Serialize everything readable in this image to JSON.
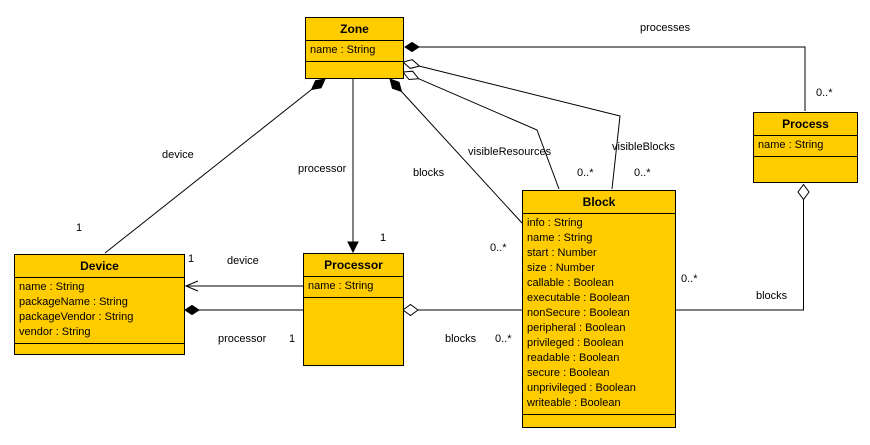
{
  "diagram": {
    "type": "uml-class-diagram",
    "background": "#ffffff",
    "class_fill": "#FFCC00",
    "class_border": "#000000",
    "line_color": "#000000"
  },
  "classes": {
    "zone": {
      "name": "Zone",
      "attributes": [
        "name : String"
      ]
    },
    "process": {
      "name": "Process",
      "attributes": [
        "name : String"
      ]
    },
    "device": {
      "name": "Device",
      "attributes": [
        "name : String",
        "packageName : String",
        "packageVendor : String",
        "vendor : String"
      ]
    },
    "processor": {
      "name": "Processor",
      "attributes": [
        "name : String"
      ]
    },
    "block": {
      "name": "Block",
      "attributes": [
        "info : String",
        "name : String",
        "start : Number",
        "size : Number",
        "callable : Boolean",
        "executable : Boolean",
        "nonSecure : Boolean",
        "peripheral : Boolean",
        "privileged : Boolean",
        "readable : Boolean",
        "secure : Boolean",
        "unprivileged : Boolean",
        "writeable : Boolean"
      ]
    }
  },
  "edges": {
    "zone_process": {
      "kind": "composition",
      "label": "processes",
      "multiplicity": "0..*"
    },
    "zone_device": {
      "kind": "composition",
      "label": "device",
      "multiplicity": "1"
    },
    "zone_processor": {
      "kind": "directed-association",
      "label": "processor",
      "multiplicity": "1"
    },
    "zone_block": {
      "kind": "composition",
      "label": "blocks",
      "multiplicity": "0..*"
    },
    "zone_block_visible_resources": {
      "kind": "aggregation",
      "label": "visibleResources",
      "multiplicity": "0..*"
    },
    "zone_block_visible_blocks": {
      "kind": "aggregation",
      "label": "visibleBlocks",
      "multiplicity": "0..*"
    },
    "processor_device": {
      "kind": "directed-association",
      "label": "device",
      "multiplicity": "1"
    },
    "device_processor": {
      "kind": "composition",
      "label": "processor",
      "multiplicity": "1"
    },
    "processor_block": {
      "kind": "aggregation",
      "label": "blocks",
      "multiplicity": "0..*"
    },
    "process_block": {
      "kind": "aggregation",
      "label": "blocks",
      "multiplicity": "0..*"
    }
  }
}
